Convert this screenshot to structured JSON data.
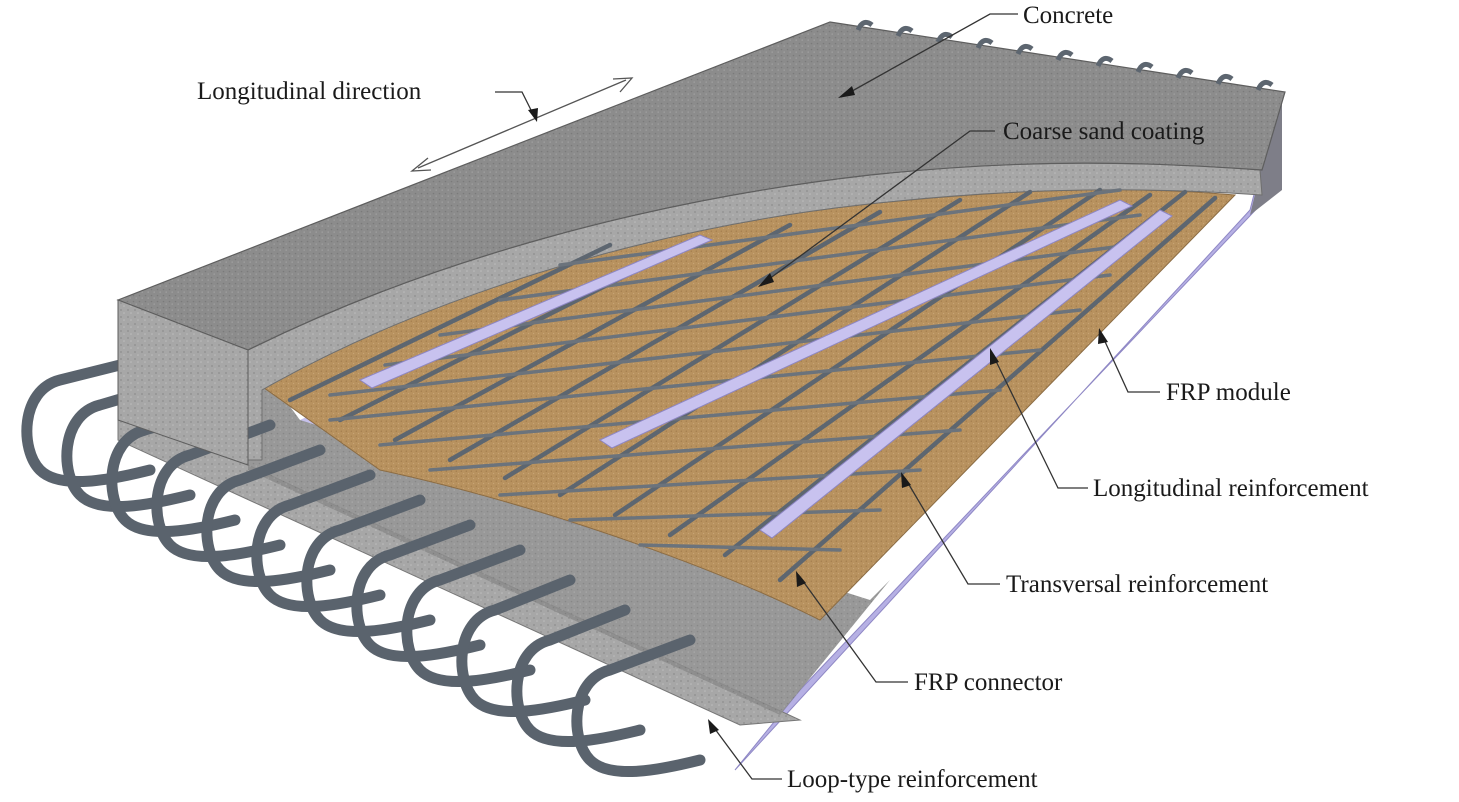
{
  "labels": {
    "concrete": "Concrete",
    "longitudinal_direction": "Longitudinal direction",
    "coarse_sand_coating": "Coarse sand coating",
    "frp_module": "FRP module",
    "longitudinal_reinforcement": "Longitudinal reinforcement",
    "transversal_reinforcement": "Transversal reinforcement",
    "frp_connector": "FRP connector",
    "loop_type_reinforcement": "Loop-type reinforcement"
  },
  "colors": {
    "concrete_top": "#8a8a8a",
    "concrete_side": "#9b9b9b",
    "sand_coating": "#b89363",
    "frp_module": "#b9b3e6",
    "rebar": "#6f7780"
  }
}
